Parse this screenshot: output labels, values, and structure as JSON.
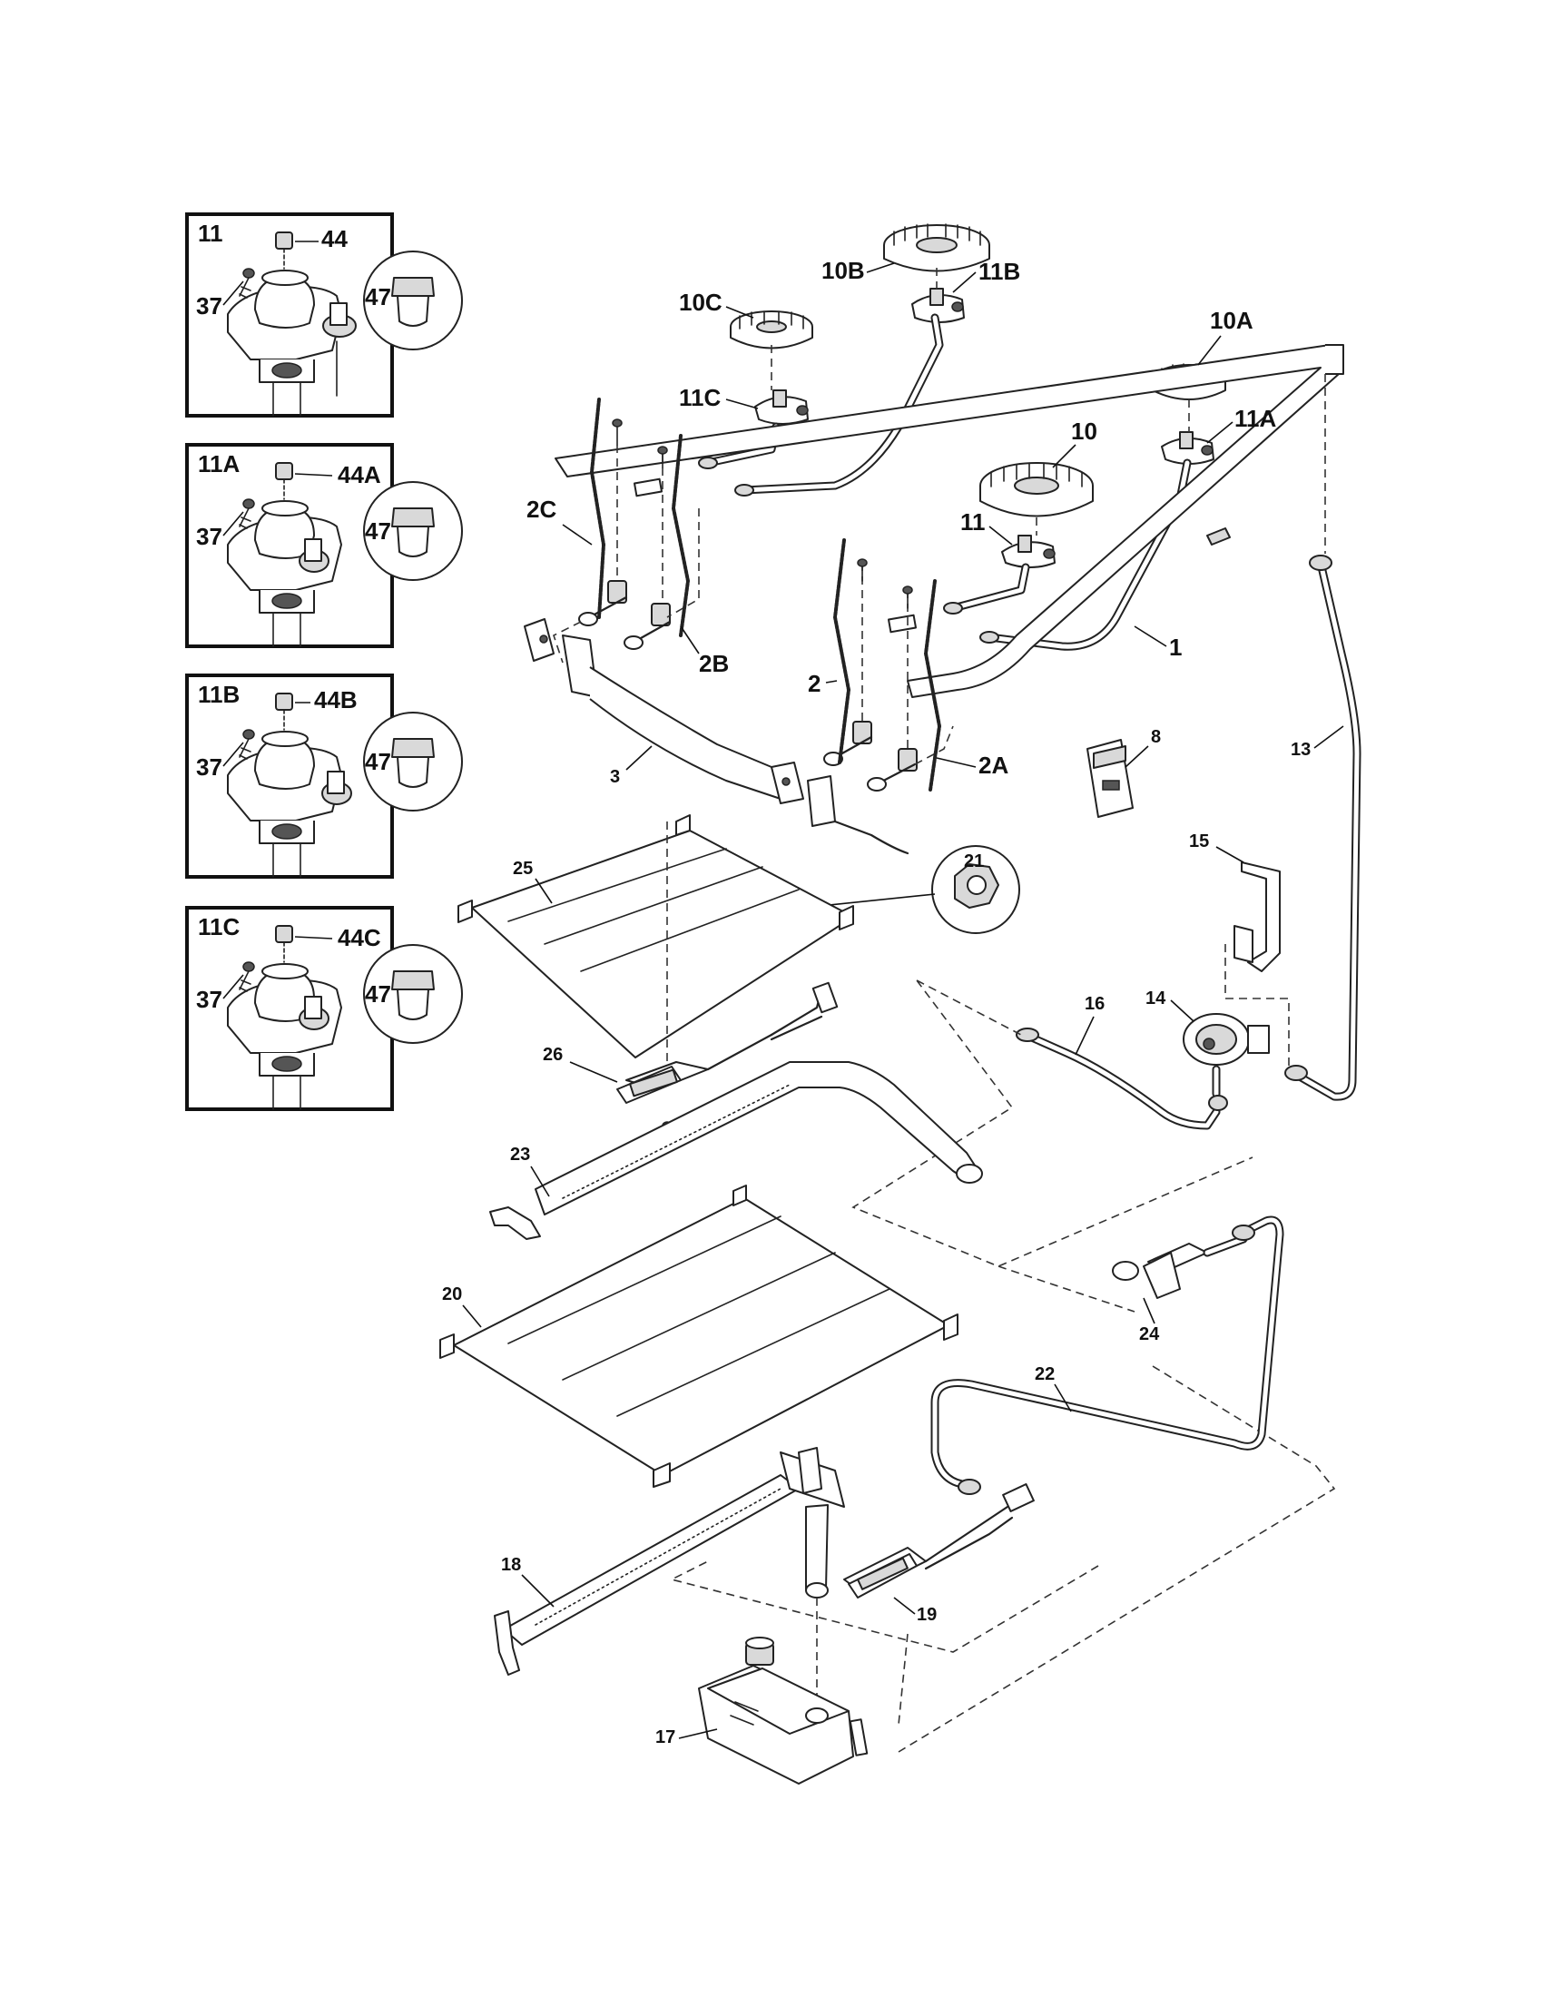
{
  "insets": [
    {
      "id": "11",
      "title": "11",
      "cap": "44",
      "screw": "37",
      "orifice": "47"
    },
    {
      "id": "11A",
      "title": "11A",
      "cap": "44A",
      "screw": "37",
      "orifice": "47"
    },
    {
      "id": "11B",
      "title": "11B",
      "cap": "44B",
      "screw": "37",
      "orifice": "47"
    },
    {
      "id": "11C",
      "title": "11C",
      "cap": "44C",
      "screw": "37",
      "orifice": "47"
    }
  ],
  "callouts": {
    "c1": "1",
    "c2": "2",
    "c2A": "2A",
    "c2B": "2B",
    "c2C": "2C",
    "c3": "3",
    "c8": "8",
    "c10": "10",
    "c10A": "10A",
    "c10B": "10B",
    "c10C": "10C",
    "c11": "11",
    "c11A": "11A",
    "c11B": "11B",
    "c11C": "11C",
    "c13": "13",
    "c14": "14",
    "c15": "15",
    "c16": "16",
    "c17": "17",
    "c18": "18",
    "c19": "19",
    "c20": "20",
    "c21": "21",
    "c22": "22",
    "c23": "23",
    "c24": "24",
    "c25": "25",
    "c26": "26"
  }
}
